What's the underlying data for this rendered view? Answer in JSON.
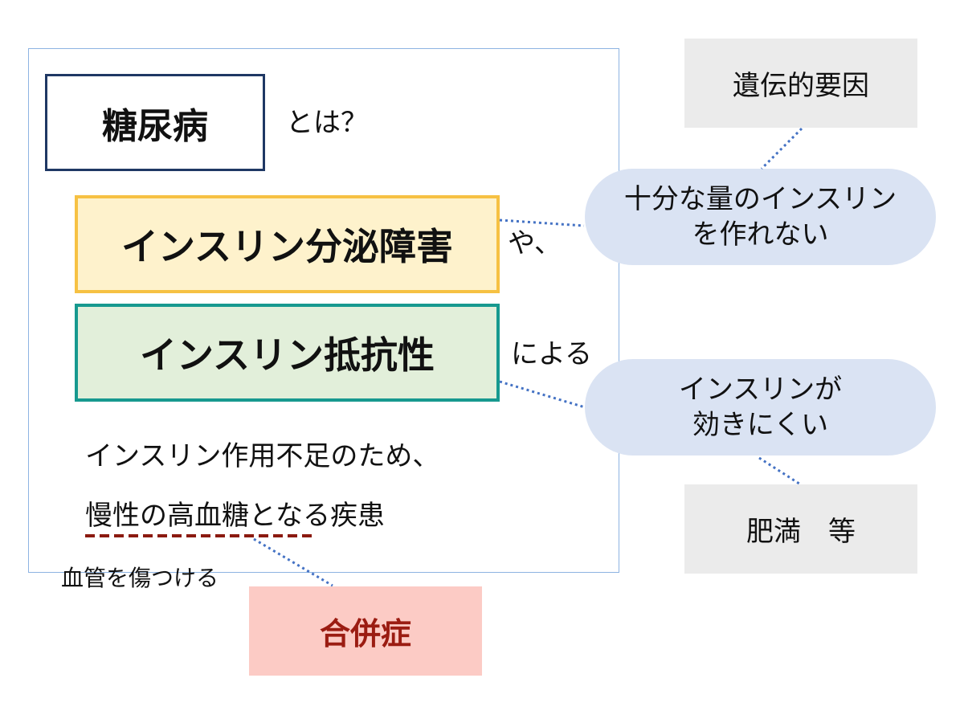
{
  "title": {
    "term": "糖尿病",
    "suffix": "とは？"
  },
  "causes": {
    "secretion": {
      "label": "インスリン分泌障害",
      "suffix": "や、"
    },
    "resistance": {
      "label": "インスリン抵抗性",
      "suffix": "による"
    }
  },
  "description": {
    "line1": "インスリン作用不足のため、",
    "line2_emphasis": "慢性の高血糖",
    "line2_rest": "となる疾患"
  },
  "annotations": {
    "vessel_damage": "血管を傷つける",
    "complication": "合併症",
    "genetic": "遺伝的要因",
    "cannot_make_line1": "十分な量のインスリン",
    "cannot_make_line2": "を作れない",
    "ineffective_line1": "インスリンが",
    "ineffective_line2": "効きにくい",
    "obesity": "肥満　等"
  },
  "colors": {
    "title_border": "#1f3864",
    "secretion_border": "#f6c143",
    "secretion_fill": "#fef2cc",
    "resistance_border": "#17998f",
    "resistance_fill": "#e2efda",
    "bubble_fill": "#dae3f3",
    "note_fill": "#ebebeb",
    "complication_fill": "#fccbc5",
    "complication_text": "#9b1c12",
    "connector": "#4472c4",
    "emphasis_underline": "#8b1a10"
  }
}
